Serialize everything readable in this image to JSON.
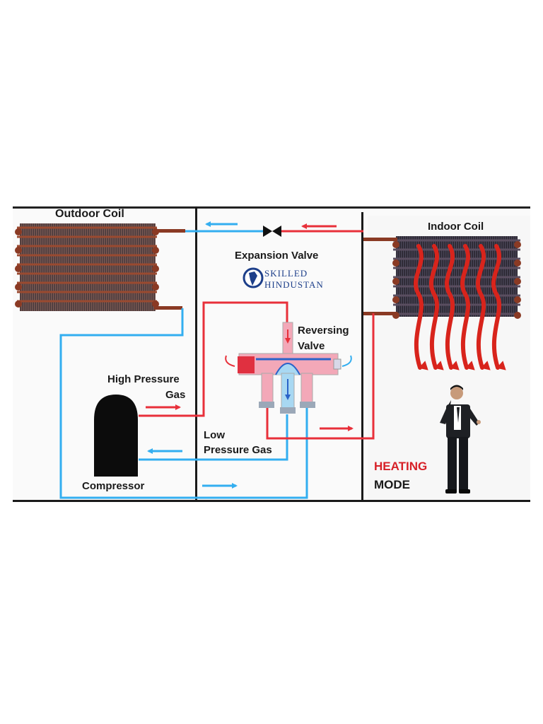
{
  "title": "",
  "labels": {
    "outdoor_coil": "Outdoor Coil",
    "indoor_coil": "Indoor Coil",
    "expansion_valve": "Expansion Valve",
    "reversing_valve_line1": "Reversing",
    "reversing_valve_line2": "Valve",
    "high_pressure_line1": "High Pressure",
    "high_pressure_line2": "Gas",
    "low_pressure_line1": "Low",
    "low_pressure_line2": "Pressure Gas",
    "compressor": "Compressor"
  },
  "mode": {
    "word1": "HEATING",
    "word2": "MODE"
  },
  "logo": {
    "line1": "SKILLED",
    "line2": "HINDUSTAN"
  },
  "colors": {
    "hot_line": "#e8303a",
    "hot_fill": "#f3a8b8",
    "cold_line": "#33aef0",
    "cold_fill": "#a8d8f2",
    "coil_copper": "#8a3a24",
    "coil_dark": "#2a2630",
    "heat_arrow": "#d8241c",
    "mode_red": "#d72027",
    "text": "#1a1a1a",
    "logo_blue": "#1d3f8a"
  },
  "icons": {
    "valve": "bowtie-valve-icon",
    "logo": "india-map-circle-icon",
    "heat": "wavy-heat-arrow-icon",
    "person": "presenter-figure"
  }
}
